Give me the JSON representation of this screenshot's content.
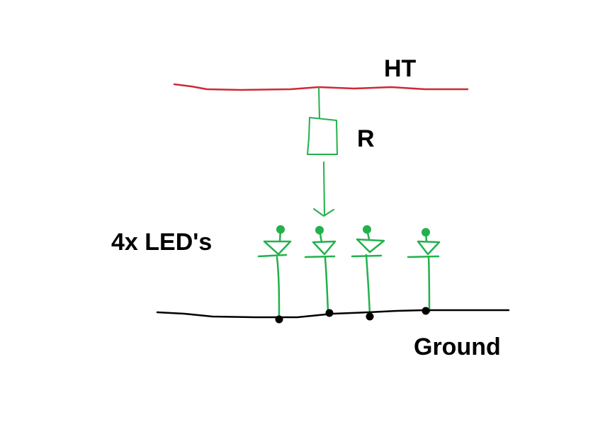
{
  "labels": {
    "ht": "HT",
    "resistor": "R",
    "leds": "4x LED's",
    "ground": "Ground"
  },
  "colors": {
    "ht_rail": "#cc2a36",
    "circuit": "#22b14c",
    "ground_rail": "#000000",
    "background": "#ffffff"
  },
  "led_count": 4
}
